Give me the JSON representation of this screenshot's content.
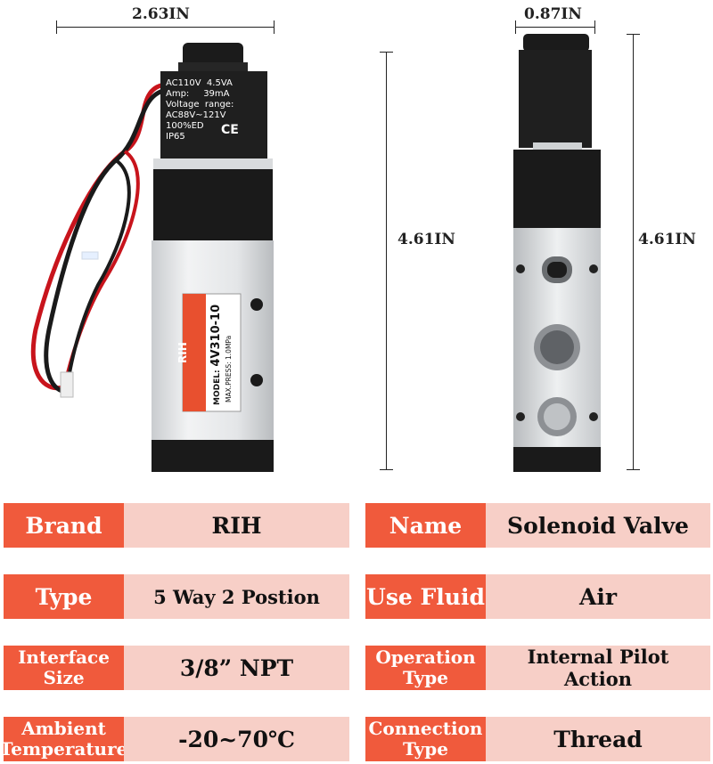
{
  "dimensions": {
    "width_front": "2.63IN",
    "width_side": "0.87IN",
    "height_front": "4.61IN",
    "height_side": "4.61IN"
  },
  "coil_label": {
    "line1": "AC110V  4.5VA",
    "line2": "Amp:     39mA",
    "line3": "Voltage  range:",
    "line4": "AC88V~121V",
    "line5": "100%ED",
    "line6": "IP65",
    "ce": "CE"
  },
  "nameplate": {
    "brand": "RIH",
    "model_label": "MODEL:",
    "model": "4V310-10",
    "pressure": "MAX.PRESS: 1.0MPa"
  },
  "specs": [
    {
      "key": "Brand",
      "value": "RIH"
    },
    {
      "key": "Name",
      "value": "Solenoid Valve"
    },
    {
      "key": "Type",
      "value": "5 Way 2 Postion"
    },
    {
      "key": "Use Fluid",
      "value": "Air"
    },
    {
      "key": "Interface Size",
      "value": "3/8”  NPT"
    },
    {
      "key": "Operation Type",
      "value": "Internal Pilot Action"
    },
    {
      "key": "Ambient Temperature",
      "value": "-20~70℃"
    },
    {
      "key": "Connection Type",
      "value": "Thread"
    }
  ],
  "colors": {
    "key_bg": "#f05a3c",
    "value_bg": "#f7cfc7",
    "nameplate_red": "#e8502f"
  }
}
